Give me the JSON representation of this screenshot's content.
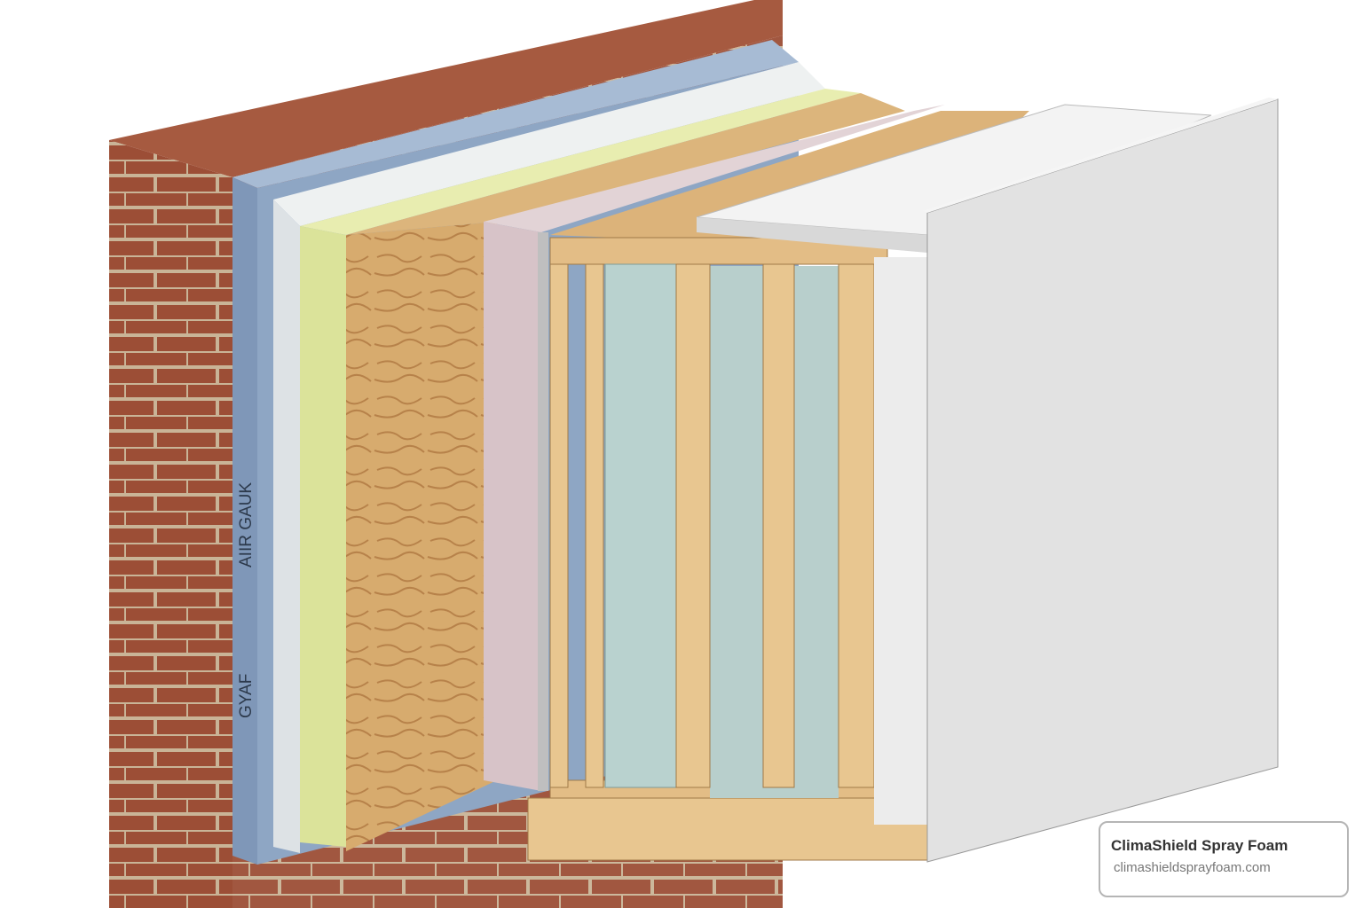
{
  "illustration": {
    "board_labels": [
      "AIIR GAUK",
      "GYAF"
    ],
    "colors": {
      "brick": "#9c4e36",
      "mortar": "#c9b497",
      "blue_board": "#8ea6c4",
      "white_board": "#e3e8ea",
      "yellow_board": "#dbe39a",
      "osb": "#d2a466",
      "pink_board": "#d7c3c8",
      "stud": "#e8c690",
      "insulation": "#b9d2cf",
      "drywall": "#e2e2e2"
    }
  },
  "watermark": {
    "title": "ClimaShield Spray Foam",
    "url": "climashieldsprayfoam.com"
  }
}
